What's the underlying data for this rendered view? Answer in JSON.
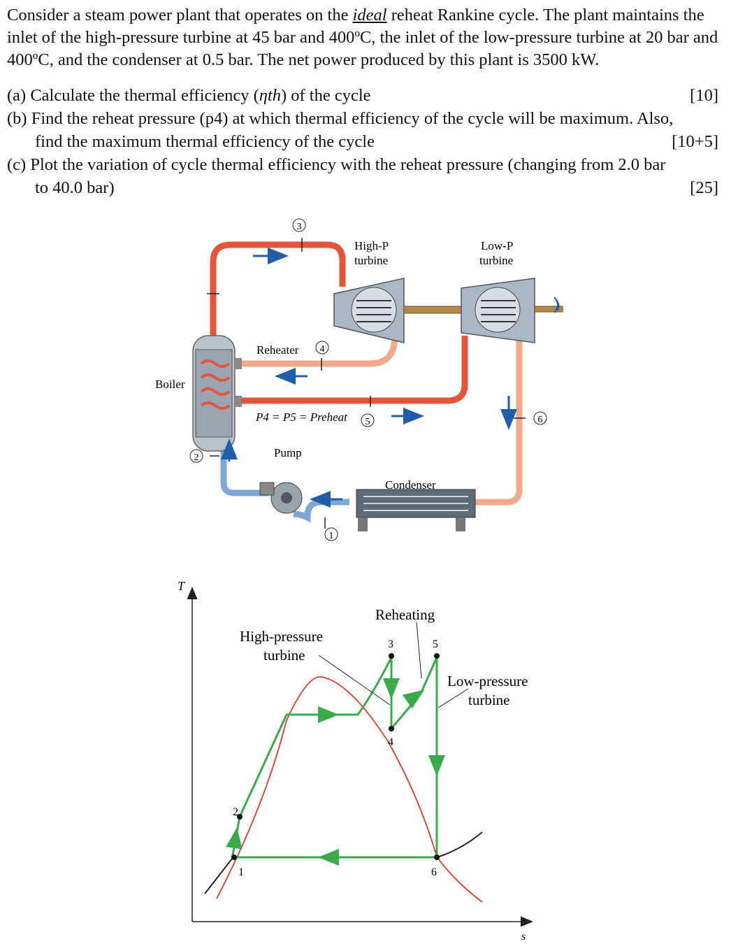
{
  "intro": {
    "part1": "Consider a steam power plant that operates on the ",
    "ideal": "ideal",
    "part2": " reheat Rankine cycle. The plant maintains the inlet of the high-pressure turbine at 45 bar and 400ºC, the inlet of the low-pressure turbine at 20 bar and 400ºC, and the condenser at 0.5 bar. The net power produced by this plant is 3500 kW."
  },
  "questions": {
    "a": {
      "text": "(a) Calculate the thermal efficiency (",
      "symbol": "ηth",
      "text2": ") of the cycle",
      "marks": "[10]"
    },
    "b": {
      "line1": "(b) Find the reheat pressure (p4) at which thermal efficiency of the cycle will be maximum. Also,",
      "line2": "find the maximum thermal efficiency of the cycle",
      "marks": "[10+5]"
    },
    "c": {
      "line1": "(c) Plot the variation of cycle thermal efficiency with the reheat pressure (changing from 2.0 bar",
      "line2": "to 40.0 bar)",
      "marks": "[25]"
    }
  },
  "schematic": {
    "hp_turbine": [
      "High-P",
      "turbine"
    ],
    "lp_turbine": [
      "Low-P",
      "turbine"
    ],
    "reheater": "Reheater",
    "boiler": "Boiler",
    "pump": "Pump",
    "condenser": "Condenser",
    "pressure_eq": "P4 = P5 = Preheat",
    "states": [
      "1",
      "2",
      "3",
      "4",
      "5",
      "6"
    ],
    "colors": {
      "hot": "#e4553b",
      "warm": "#f2a98a",
      "cold": "#7ea6d6",
      "arrow": "#1f5fa8",
      "turbine": "#a9b7c6"
    }
  },
  "ts_diagram": {
    "y_axis": "T",
    "x_axis": "s",
    "reheating": "Reheating",
    "hp_label": [
      "High-pressure",
      "turbine"
    ],
    "lp_label": [
      "Low-pressure",
      "turbine"
    ],
    "states": [
      "1",
      "2",
      "3",
      "4",
      "5",
      "6"
    ],
    "colors": {
      "cycle": "#3aaa4a",
      "dome": "#e03a2e",
      "isobar": "#222222"
    }
  }
}
